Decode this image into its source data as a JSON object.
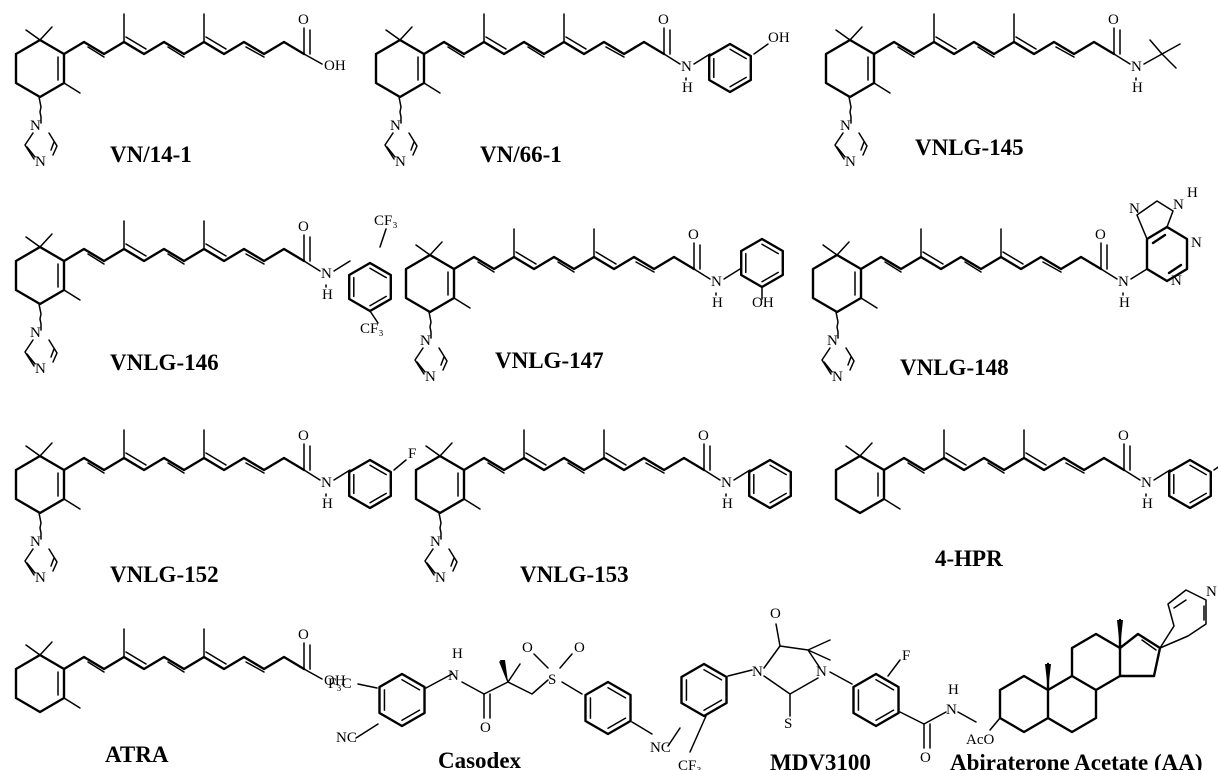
{
  "figure": {
    "compounds": [
      {
        "id": "vn-14-1",
        "label": "VN/14-1"
      },
      {
        "id": "vn-66-1",
        "label": "VN/66-1"
      },
      {
        "id": "vnlg-145",
        "label": "VNLG-145"
      },
      {
        "id": "vnlg-146",
        "label": "VNLG-146"
      },
      {
        "id": "vnlg-147",
        "label": "VNLG-147"
      },
      {
        "id": "vnlg-148",
        "label": "VNLG-148"
      },
      {
        "id": "vnlg-152",
        "label": "VNLG-152"
      },
      {
        "id": "vnlg-153",
        "label": "VNLG-153"
      },
      {
        "id": "4-hpr",
        "label": "4-HPR"
      },
      {
        "id": "atra",
        "label": "ATRA"
      },
      {
        "id": "casodex",
        "label": "Casodex"
      },
      {
        "id": "mdv3100",
        "label": "MDV3100"
      },
      {
        "id": "abiraterone-acetate",
        "label": "Abiraterone Acetate (AA)"
      }
    ],
    "atoms": {
      "O": "O",
      "OH": "OH",
      "N": "N",
      "H": "H",
      "F": "F",
      "S": "S",
      "CF3": "CF₃",
      "F3C": "F₃C",
      "NC": "NC",
      "AcO": "AcO"
    }
  }
}
